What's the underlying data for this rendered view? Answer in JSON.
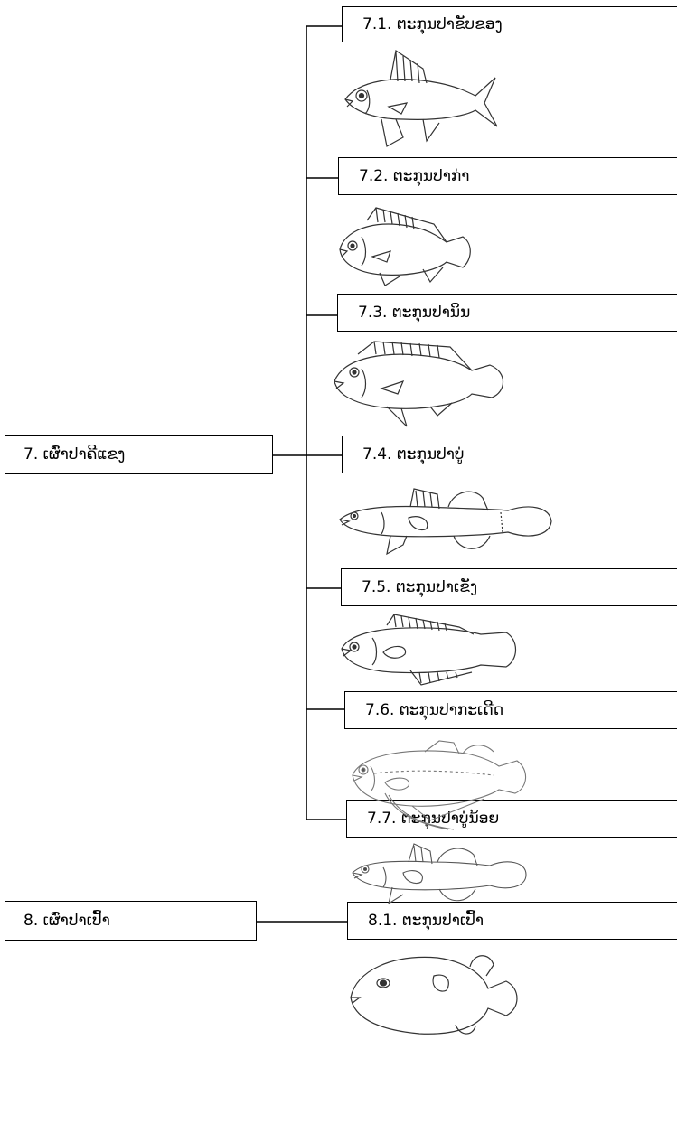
{
  "groups": [
    {
      "order_label": "7. ເຜົ່າປາຄີແຂງ",
      "families": [
        {
          "label": "7.1. ຕະກຸນປາຂັບຂອງ"
        },
        {
          "label": "7.2. ຕະກຸນປາກ່າ"
        },
        {
          "label": "7.3. ຕະກຸນປານິນ"
        },
        {
          "label": "7.4. ຕະກຸນປາບູ່"
        },
        {
          "label": "7.5. ຕະກຸນປາເຂັງ"
        },
        {
          "label": "7.6. ຕະກຸນປາກະເດີດ"
        },
        {
          "label": "7.7. ຕະກຸນປາບູ່ນ້ອຍ"
        }
      ]
    },
    {
      "order_label": "8. ເຜົ່າປາເປົ້າ",
      "families": [
        {
          "label": "8.1. ຕະກຸນປາເປົ້າ"
        }
      ]
    }
  ],
  "illustrations": [
    "perch-fish-drawing",
    "snakehead-like-fish-drawing",
    "tilapia-fish-drawing",
    "goby-fish-drawing",
    "climbing-perch-drawing",
    "gourami-fish-drawing",
    "small-goby-drawing",
    "puffer-fish-drawing"
  ]
}
